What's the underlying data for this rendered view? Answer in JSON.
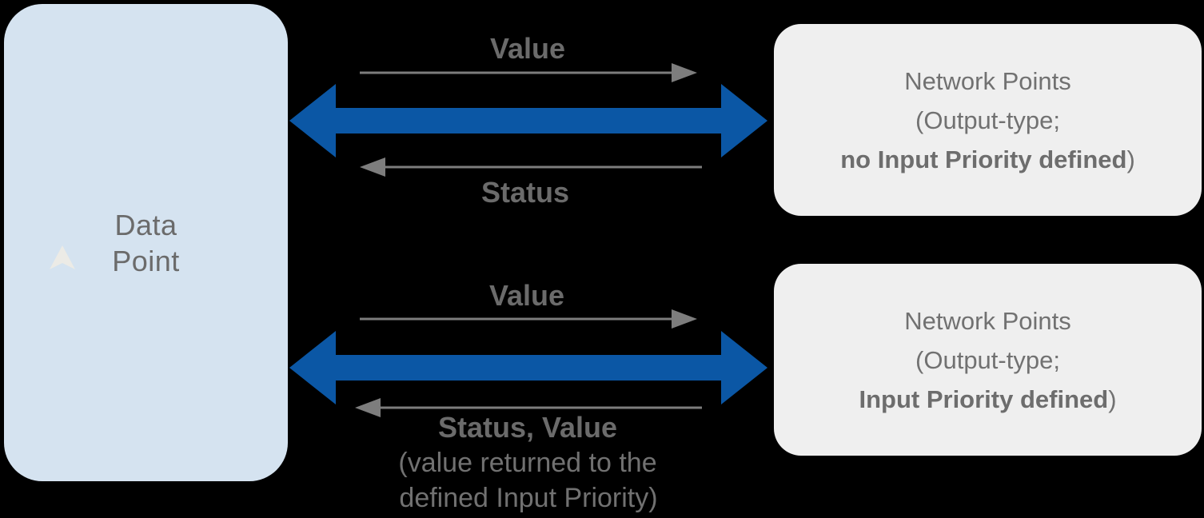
{
  "diagram": {
    "title_hint": "Data Point to Network Points value/status flow",
    "data_point_box": {
      "line1": "Data",
      "line2": "Point"
    },
    "top_flow": {
      "value_label": "Value",
      "status_label": "Status",
      "network_box": {
        "line1": "Network Points",
        "line2": "(Output-type;",
        "line3_bold": "no Input Priority defined",
        "line3_suffix": ")"
      }
    },
    "bottom_flow": {
      "value_label": "Value",
      "status_label": "Status, Value",
      "status_note_line1": "(value returned to the",
      "status_note_line2": "defined Input Priority)",
      "network_box": {
        "line1": "Network Points",
        "line2": "(Output-type;",
        "line3_bold": "Input Priority defined",
        "line3_suffix": ")"
      }
    },
    "colors": {
      "accent_blue": "#0b57a5",
      "arrow_gray": "#7d7d7d",
      "box_blue": "#d5e3f0",
      "box_gray": "#efefef",
      "text_gray": "#717171",
      "label_gray": "#6b6b6b",
      "cursor_cream": "#ecebe6",
      "background": "#000000"
    }
  }
}
